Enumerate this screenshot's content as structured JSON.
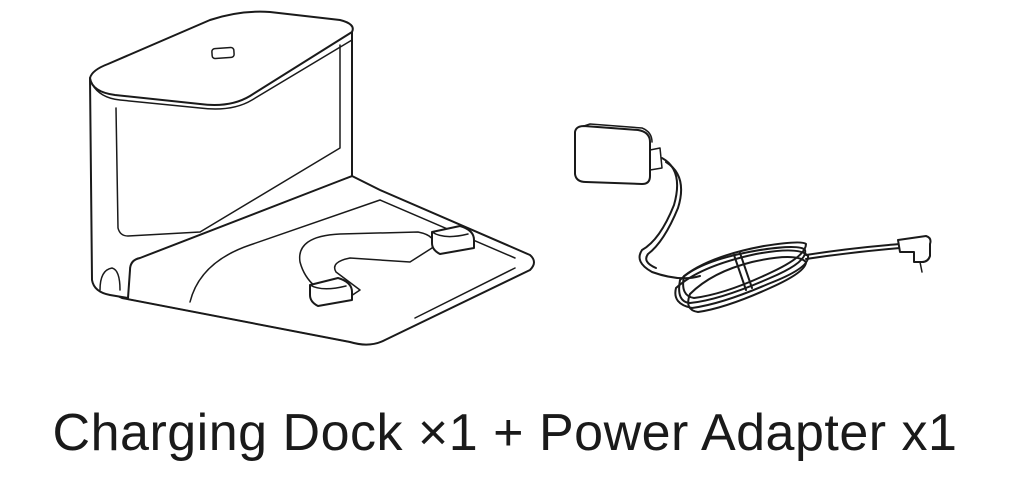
{
  "caption": "Charging Dock ×1 + Power Adapter x1",
  "items": [
    {
      "icon": "charging-dock-illustration"
    },
    {
      "icon": "power-adapter-illustration"
    }
  ],
  "colors": {
    "line": "#1a1a1a",
    "background": "#ffffff"
  }
}
